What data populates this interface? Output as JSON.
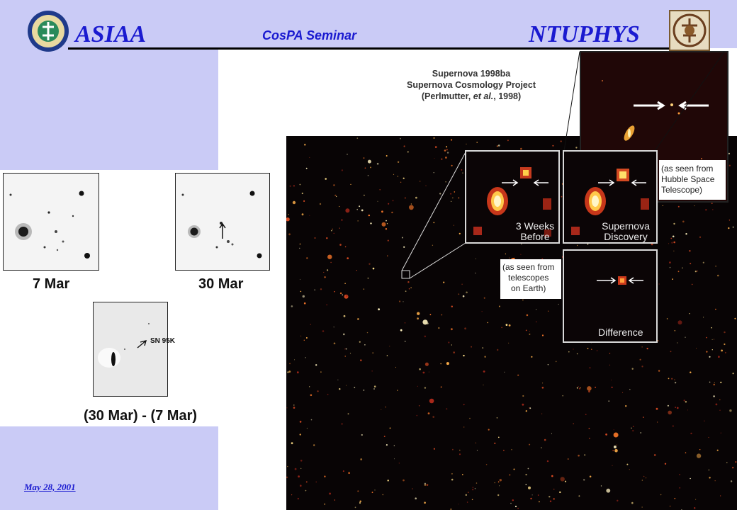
{
  "header": {
    "left_brand": "ASIAA",
    "seminar": "CosPA  Seminar",
    "right_brand": "NTUPHYS",
    "left_seal_icon": "academia-sinica-seal-icon",
    "right_seal_icon": "ntu-seal-icon"
  },
  "footer": {
    "date": "May 28, 2001"
  },
  "left_panel": {
    "caption_before": "7 Mar",
    "caption_after": "30 Mar",
    "caption_difference": "(30 Mar) - (7 Mar)",
    "sn_label": "SN 95K"
  },
  "main": {
    "title_line1": "Supernova 1998ba",
    "title_line2": "Supernova Cosmology Project",
    "title_line3_a": "(Perlmutter, ",
    "title_line3_b": "et al.",
    "title_line3_c": ", 1998)",
    "inset_before_l1": "3 Weeks",
    "inset_before_l2": "Before",
    "inset_discovery_l1": "Supernova",
    "inset_discovery_l2": "Discovery",
    "inset_difference": "Difference",
    "hubble_l1": "(as seen from",
    "hubble_l2": "Hubble Space",
    "hubble_l3": "Telescope)",
    "earth_l1": "(as seen from",
    "earth_l2": "telescopes",
    "earth_l3": "on Earth)"
  }
}
